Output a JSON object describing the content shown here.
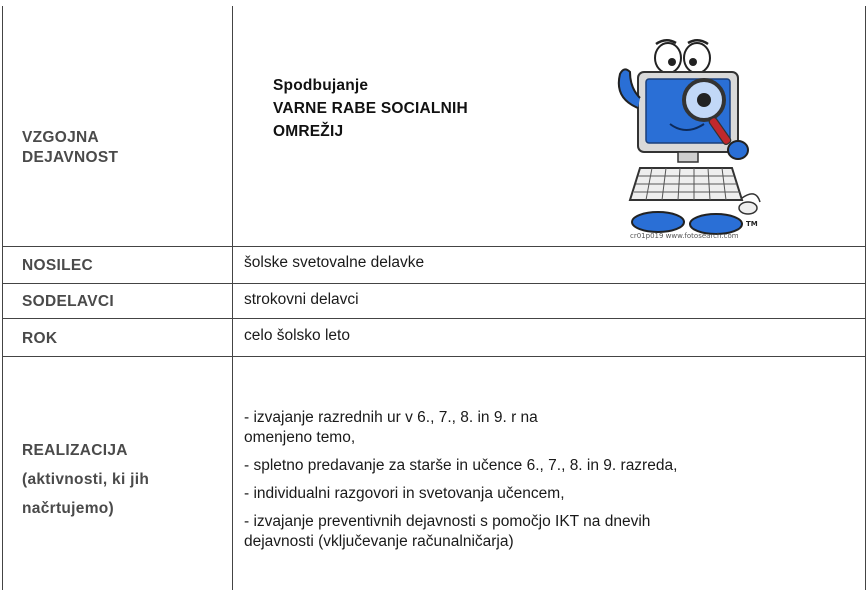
{
  "rows": {
    "vzgojna": {
      "label_line1": "VZGOJNA",
      "label_line2": "DEJAVNOST",
      "title_line1": "Spodbujanje",
      "title_line2": "VARNE  RABE SOCIALNIH",
      "title_line3": "OMREŽIJ",
      "image_caption": "cr01p019 www.fotosearch.com",
      "trademark": "TM"
    },
    "nosilec": {
      "label": "NOSILEC",
      "value": "šolske svetovalne delavke"
    },
    "sodelavci": {
      "label": "SODELAVCI",
      "value": "strokovni delavci"
    },
    "rok": {
      "label": "ROK",
      "value": "celo šolsko leto"
    },
    "realizacija": {
      "label_line1": "REALIZACIJA",
      "label_line2": "(aktivnosti, ki jih",
      "label_line3": "načrtujemo)",
      "items": [
        {
          "line1": "- izvajanje razrednih ur v 6., 7., 8. in 9. r na",
          "line2": "omenjeno temo,"
        },
        {
          "line1": "- spletno predavanje za starše in učence 6., 7., 8. in 9. razreda,"
        },
        {
          "line1": "- individualni razgovori in svetovanja učencem,"
        },
        {
          "line1": "-  izvajanje preventivnih dejavnosti s pomočjo IKT na dnevih",
          "line2": "dejavnosti (vključevanje računalničarja)"
        }
      ]
    }
  },
  "colors": {
    "border": "#444444",
    "label_text": "#4a4a4a",
    "monitor_blue": "#2a6fd6"
  },
  "icons": [
    "cartoon-computer-magnifier-icon"
  ]
}
